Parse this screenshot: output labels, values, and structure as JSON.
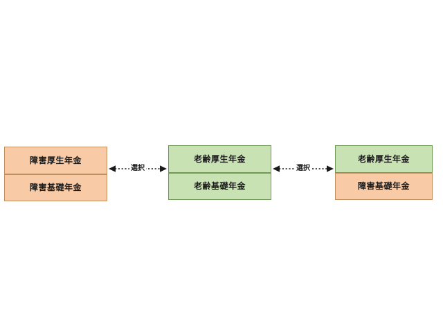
{
  "diagram": {
    "background_color": "#ffffff",
    "colors": {
      "orange_fill": "#f8cba6",
      "orange_border": "#bf8f5f",
      "green_fill": "#c9e2b3",
      "green_border": "#6e9a55",
      "text": "#1a1a1a",
      "arrow": "#1a1a1a"
    },
    "boxes": [
      {
        "id": "left",
        "cells": [
          {
            "label": "障害厚生年金",
            "color": "orange"
          },
          {
            "label": "障害基礎年金",
            "color": "orange"
          }
        ]
      },
      {
        "id": "middle",
        "cells": [
          {
            "label": "老齢厚生年金",
            "color": "green"
          },
          {
            "label": "老齢基礎年金",
            "color": "green"
          }
        ]
      },
      {
        "id": "right",
        "cells": [
          {
            "label": "老齢厚生年金",
            "color": "green"
          },
          {
            "label": "障害基礎年金",
            "color": "orange"
          }
        ]
      }
    ],
    "connectors": [
      {
        "id": "left-to-middle",
        "label": "選択",
        "style": "dotted",
        "arrowheads": "both"
      },
      {
        "id": "middle-to-right",
        "label": "選択",
        "style": "dotted",
        "arrowheads": "both"
      }
    ]
  }
}
